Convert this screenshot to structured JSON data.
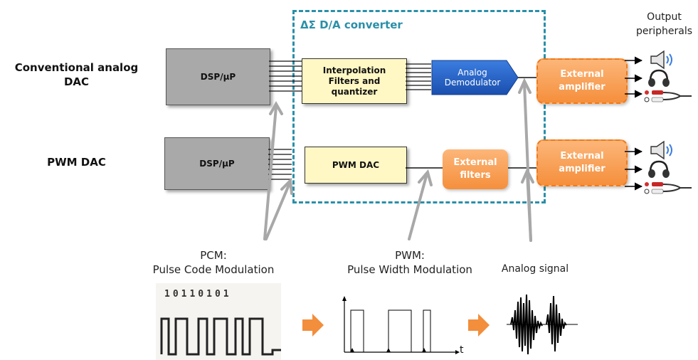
{
  "converter_title": "ΔΣ D/A converter",
  "output_title": "Output\nperipherals",
  "rows": {
    "conventional": {
      "label": "Conventional analog\nDAC",
      "dsp": "DSP/μP",
      "interp": "Interpolation\nFilters and\nquantizer",
      "demod": "Analog\nDemodulator",
      "amp": "External\namplifier"
    },
    "pwm": {
      "label": "PWM DAC",
      "dsp": "DSP/μP",
      "pwm_dac": "PWM DAC",
      "filters": "External\nfilters",
      "amp": "External\namplifier"
    }
  },
  "signals": {
    "pcm": "PCM:\nPulse Code Modulation",
    "pwm": "PWM:\nPulse Width Modulation",
    "analog": "Analog signal",
    "pcm_bits": "10110101",
    "pwm_axis": "t"
  },
  "icons": [
    "speaker-icon",
    "headphones-icon",
    "rca-plug-icon",
    "right-arrow-icon"
  ],
  "colors": {
    "dsp": "#a9a9a9",
    "yellow": "#fff8c4",
    "demod": "#1f5fc4",
    "orange": "#f58f3c",
    "dashed": "#2a8fa8",
    "pointer": "#a8a8a8"
  }
}
